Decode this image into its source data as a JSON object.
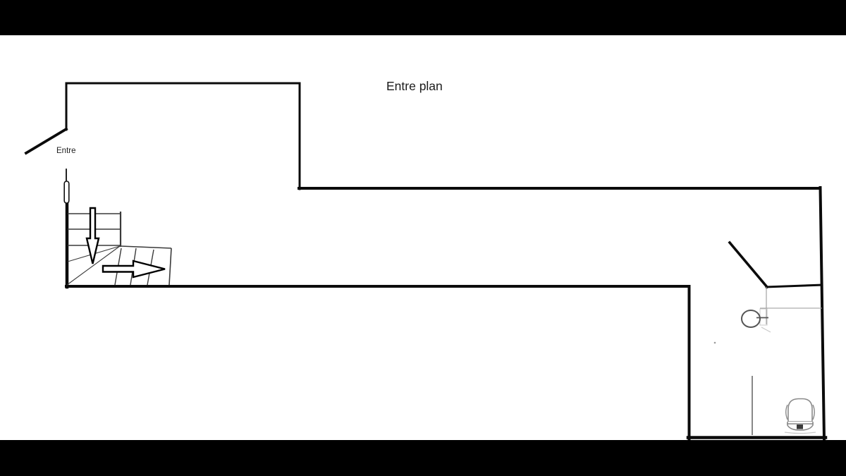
{
  "page": {
    "title": "Entre plan",
    "background_color": "#ffffff",
    "letterbox_color": "#000000",
    "ink_color": "#0b0b0b"
  },
  "labels": {
    "entry": "Entre"
  },
  "drawing": {
    "type": "floor-plan-sketch",
    "rooms": [
      "entry-room",
      "corridor",
      "bathroom"
    ],
    "fixtures": [
      "stairs",
      "entry-door",
      "bathroom-door",
      "sink",
      "toilet"
    ],
    "annotations": [
      "down-arrow",
      "right-arrow"
    ],
    "fixture_line_color": "#8a8a8a",
    "stair_line_color": "#3a3a3a"
  }
}
